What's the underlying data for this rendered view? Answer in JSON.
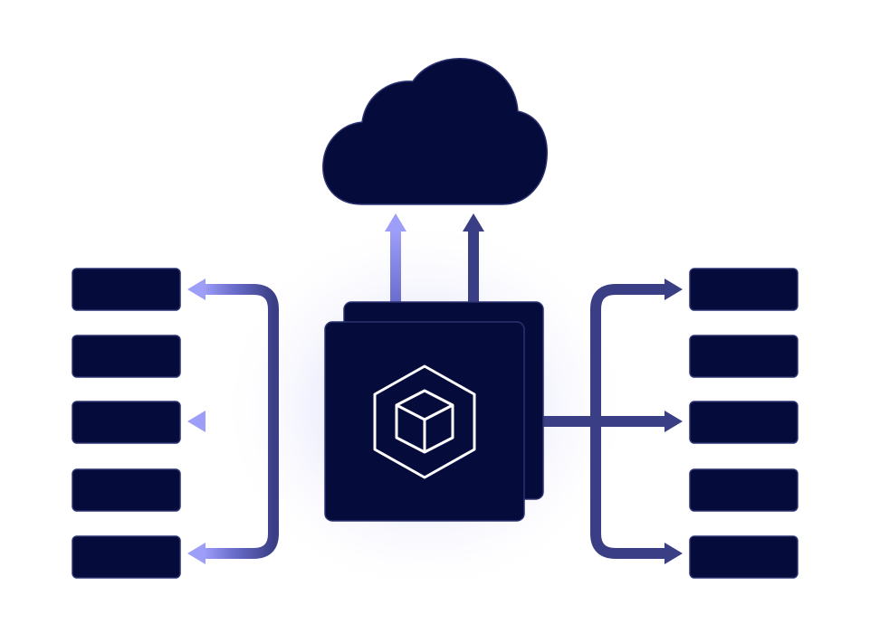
{
  "diagram": {
    "left_boxes": 5,
    "right_boxes": 5,
    "cloud_arrows": 2,
    "central_icon": "hexagon-cube-icon",
    "top_icon": "cloud-icon",
    "colors": {
      "background": "#ffffff",
      "node_fill": "#050b3b",
      "node_stroke": "#2c3270",
      "arrow_dark": "#3a3f85",
      "arrow_light": "#8e8ff2",
      "glow": "#dcdcfb",
      "icon_stroke": "#ffffff"
    }
  }
}
